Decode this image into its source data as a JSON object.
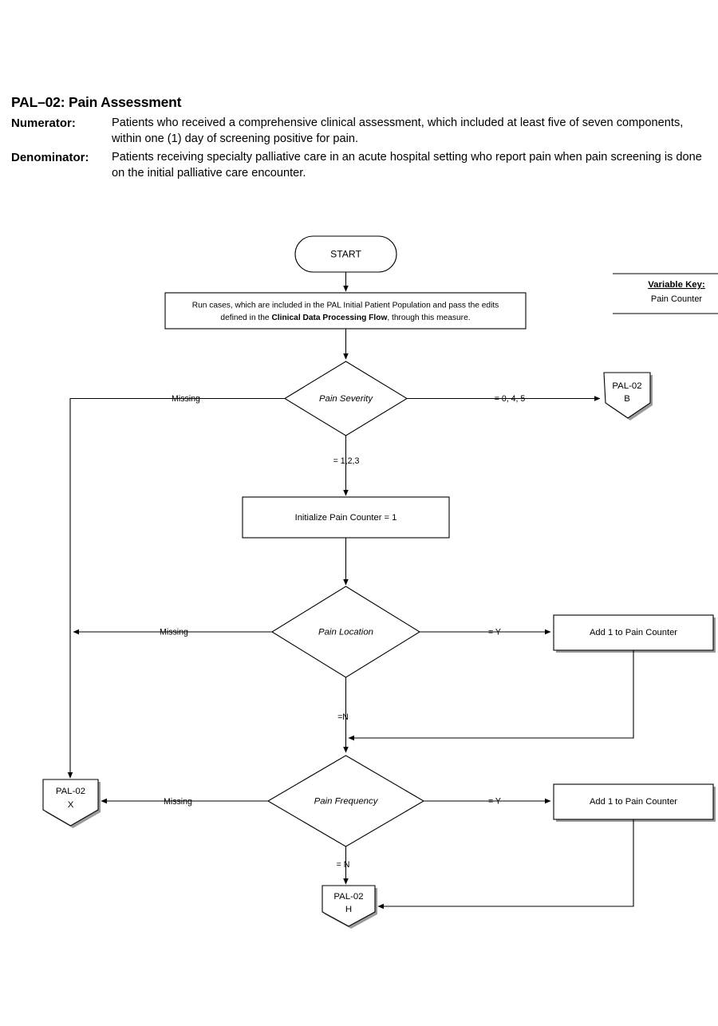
{
  "header": {
    "title": "PAL–02: Pain Assessment",
    "numerator_label": "Numerator:",
    "numerator_text_line1": "Patients who received a comprehensive clinical assessment, which included at least five of seven",
    "numerator_text_line2": "components, within one (1) day of screening positive for pain.",
    "denominator_label": "Denominator:",
    "denominator_text_line1": "Patients receiving specialty palliative care in an acute hospital setting who report pain when pain",
    "denominator_text_line2": "screening is done on the initial palliative care encounter."
  },
  "variable_key": {
    "title": "Variable Key:",
    "items": [
      "Pain Counter"
    ]
  },
  "flowchart": {
    "start_label": "START",
    "process_intro_line1_a": "Run cases, which are included in the PAL Initial Patient Population and pass the edits",
    "process_intro_line2_a": "defined in the ",
    "process_intro_line2_b": "Clinical Data Processing Flow",
    "process_intro_line2_c": ", through this measure.",
    "decision_pain_severity": "Pain Severity",
    "decision_pain_location": "Pain Location",
    "decision_pain_frequency": "Pain Frequency",
    "process_initialize": "Initialize Pain Counter = 1",
    "process_add1_location": "Add 1 to  Pain Counter",
    "process_add1_frequency": "Add 1 to  Pain Counter",
    "connector_b_line1": "PAL-02",
    "connector_b_line2": "B",
    "connector_x_line1": "PAL-02",
    "connector_x_line2": "X",
    "connector_h_line1": "PAL-02",
    "connector_h_line2": "H",
    "edge_severity_missing": "Missing",
    "edge_severity_045": "= 0, 4, 5",
    "edge_severity_123": "= 1,2,3",
    "edge_location_missing": "Missing",
    "edge_location_yes": "= Y",
    "edge_location_no": "=N",
    "edge_frequency_missing": "Missing",
    "edge_frequency_yes": "= Y",
    "edge_frequency_no": "= N"
  },
  "colors": {
    "line": "#000000",
    "shadow": "#9a9a9a",
    "background": "#ffffff"
  }
}
